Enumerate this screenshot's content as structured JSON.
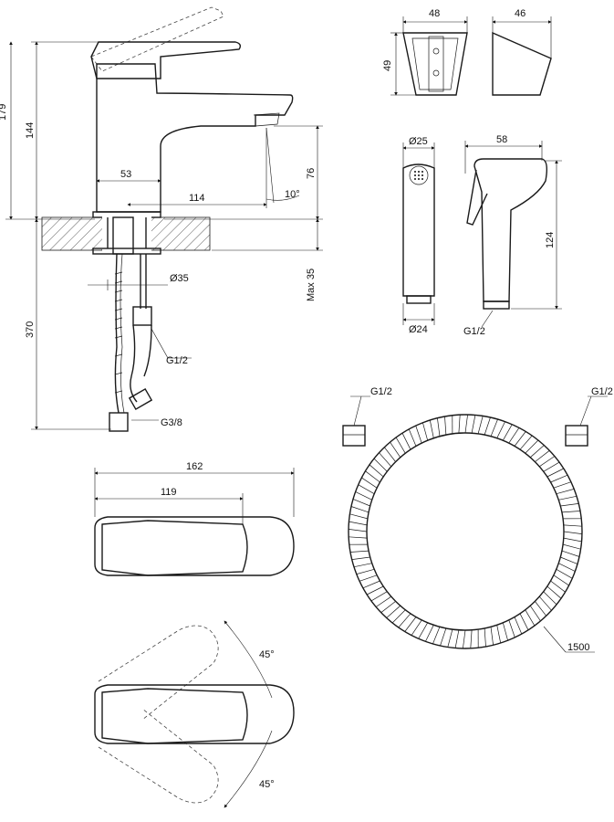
{
  "faucet_side": {
    "height_total": "179",
    "height_spout": "144",
    "base_width": "53",
    "spout_reach": "114",
    "spout_height": "76",
    "spout_angle": "10°",
    "hole_diameter": "Ø35",
    "max_thickness": "Max 35",
    "hose_length": "370",
    "thread_upper": "G1/2",
    "thread_lower": "G3/8"
  },
  "holder": {
    "width": "48",
    "height": "49",
    "depth": "46"
  },
  "hand_shower": {
    "head_diameter": "Ø25",
    "base_diameter": "Ø24",
    "length": "58",
    "height": "124",
    "thread": "G1/2"
  },
  "hose": {
    "thread_left": "G1/2",
    "thread_right": "G1/2",
    "length": "1500"
  },
  "top_view": {
    "length_total": "162",
    "length_spout": "119"
  },
  "rotation_view": {
    "angle_top": "45°",
    "angle_bottom": "45°"
  }
}
